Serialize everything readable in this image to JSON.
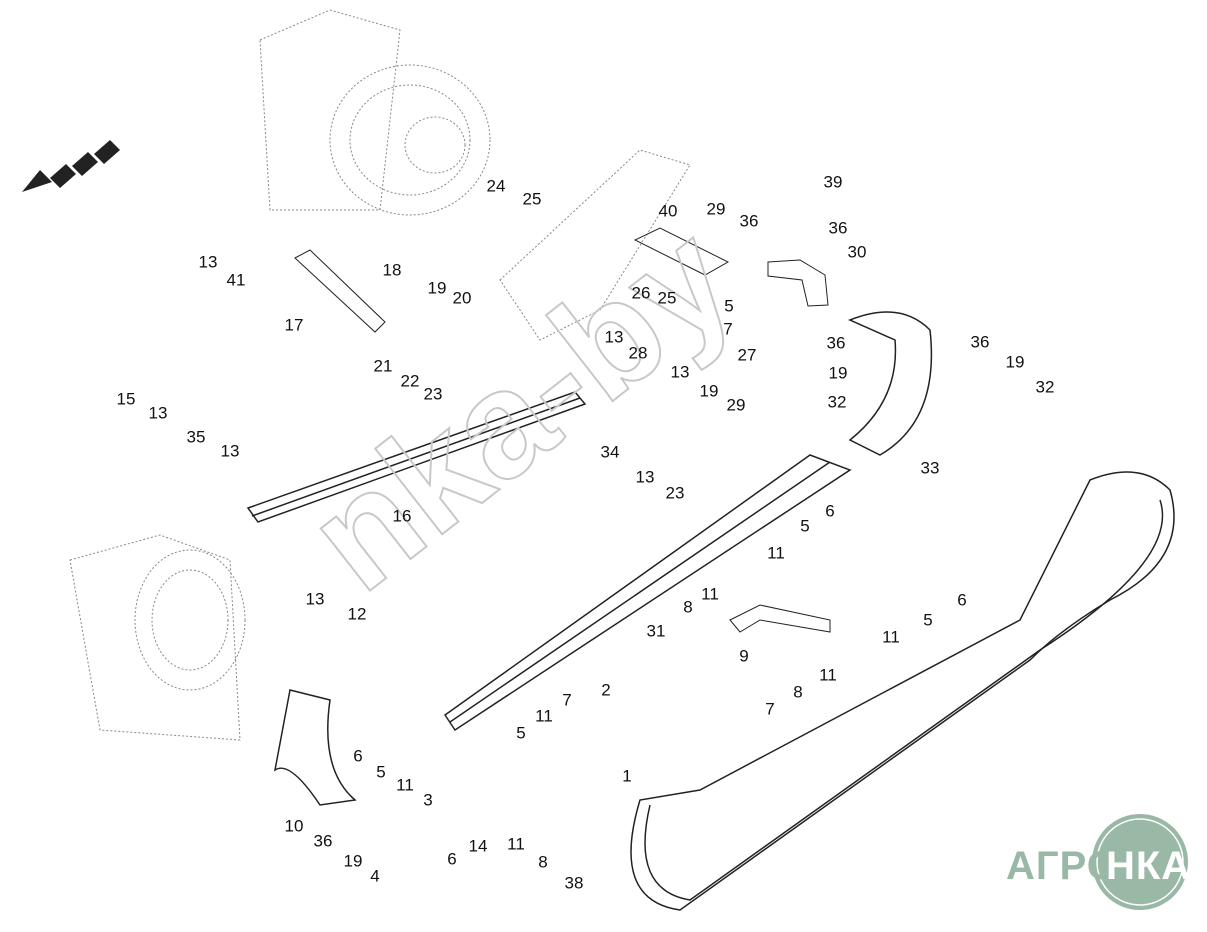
{
  "diagram": {
    "watermark": "nka-by",
    "logo": {
      "part1": "АГРО",
      "part2": "НКА",
      "color": "#9ab8a6"
    },
    "callouts": [
      "13",
      "41",
      "17",
      "18",
      "19",
      "20",
      "21",
      "22",
      "23",
      "24",
      "25",
      "40",
      "29",
      "36",
      "39",
      "36",
      "30",
      "26",
      "25",
      "5",
      "7",
      "13",
      "28",
      "13",
      "27",
      "36",
      "19",
      "32",
      "19",
      "29",
      "34",
      "13",
      "23",
      "36",
      "19",
      "32",
      "33",
      "15",
      "13",
      "35",
      "13",
      "16",
      "13",
      "12",
      "11",
      "5",
      "6",
      "8",
      "11",
      "31",
      "9",
      "11",
      "5",
      "6",
      "11",
      "8",
      "7",
      "2",
      "1",
      "10",
      "36",
      "19",
      "4",
      "6",
      "5",
      "11",
      "3",
      "5",
      "11",
      "7",
      "14",
      "6",
      "11",
      "8",
      "38"
    ]
  }
}
